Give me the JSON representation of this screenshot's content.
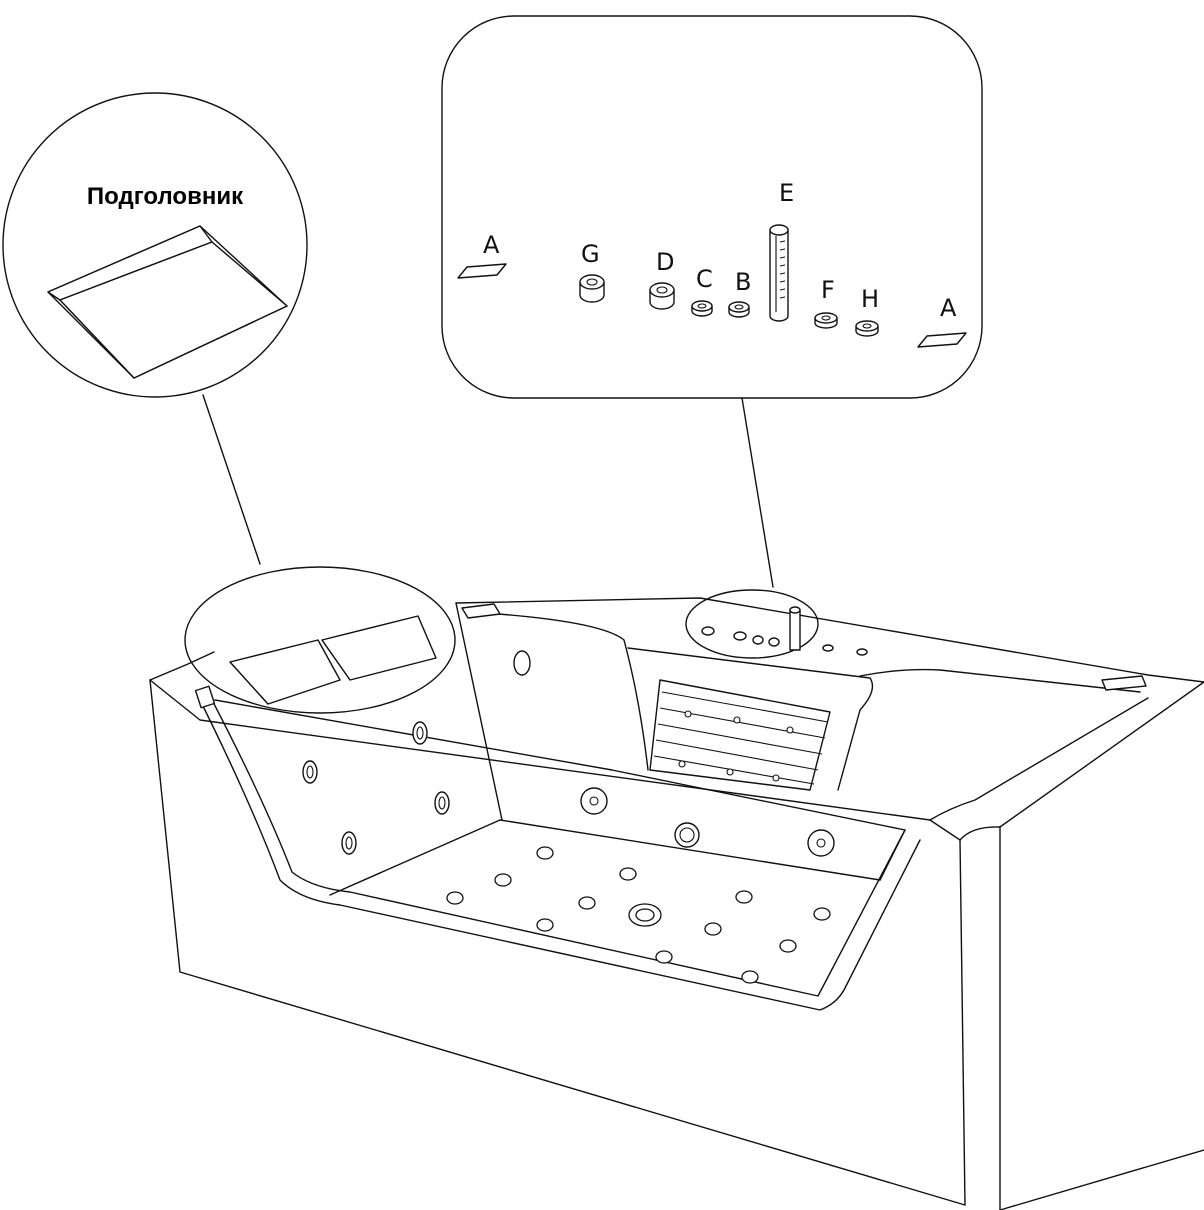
{
  "headrest_callout": {
    "title": "Подголовник"
  },
  "controls_callout": {
    "labels": {
      "a_left": "A",
      "g": "G",
      "d": "D",
      "c": "C",
      "b": "B",
      "e": "E",
      "f": "F",
      "h": "H",
      "a_right": "A"
    }
  }
}
